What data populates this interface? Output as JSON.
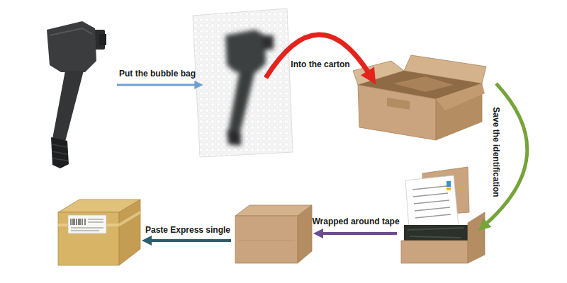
{
  "diagram": {
    "labels": [
      "Put the bubble bag",
      "Into the carton",
      "Save the identification",
      "Wrapped around tape",
      "Paste Express single"
    ]
  }
}
